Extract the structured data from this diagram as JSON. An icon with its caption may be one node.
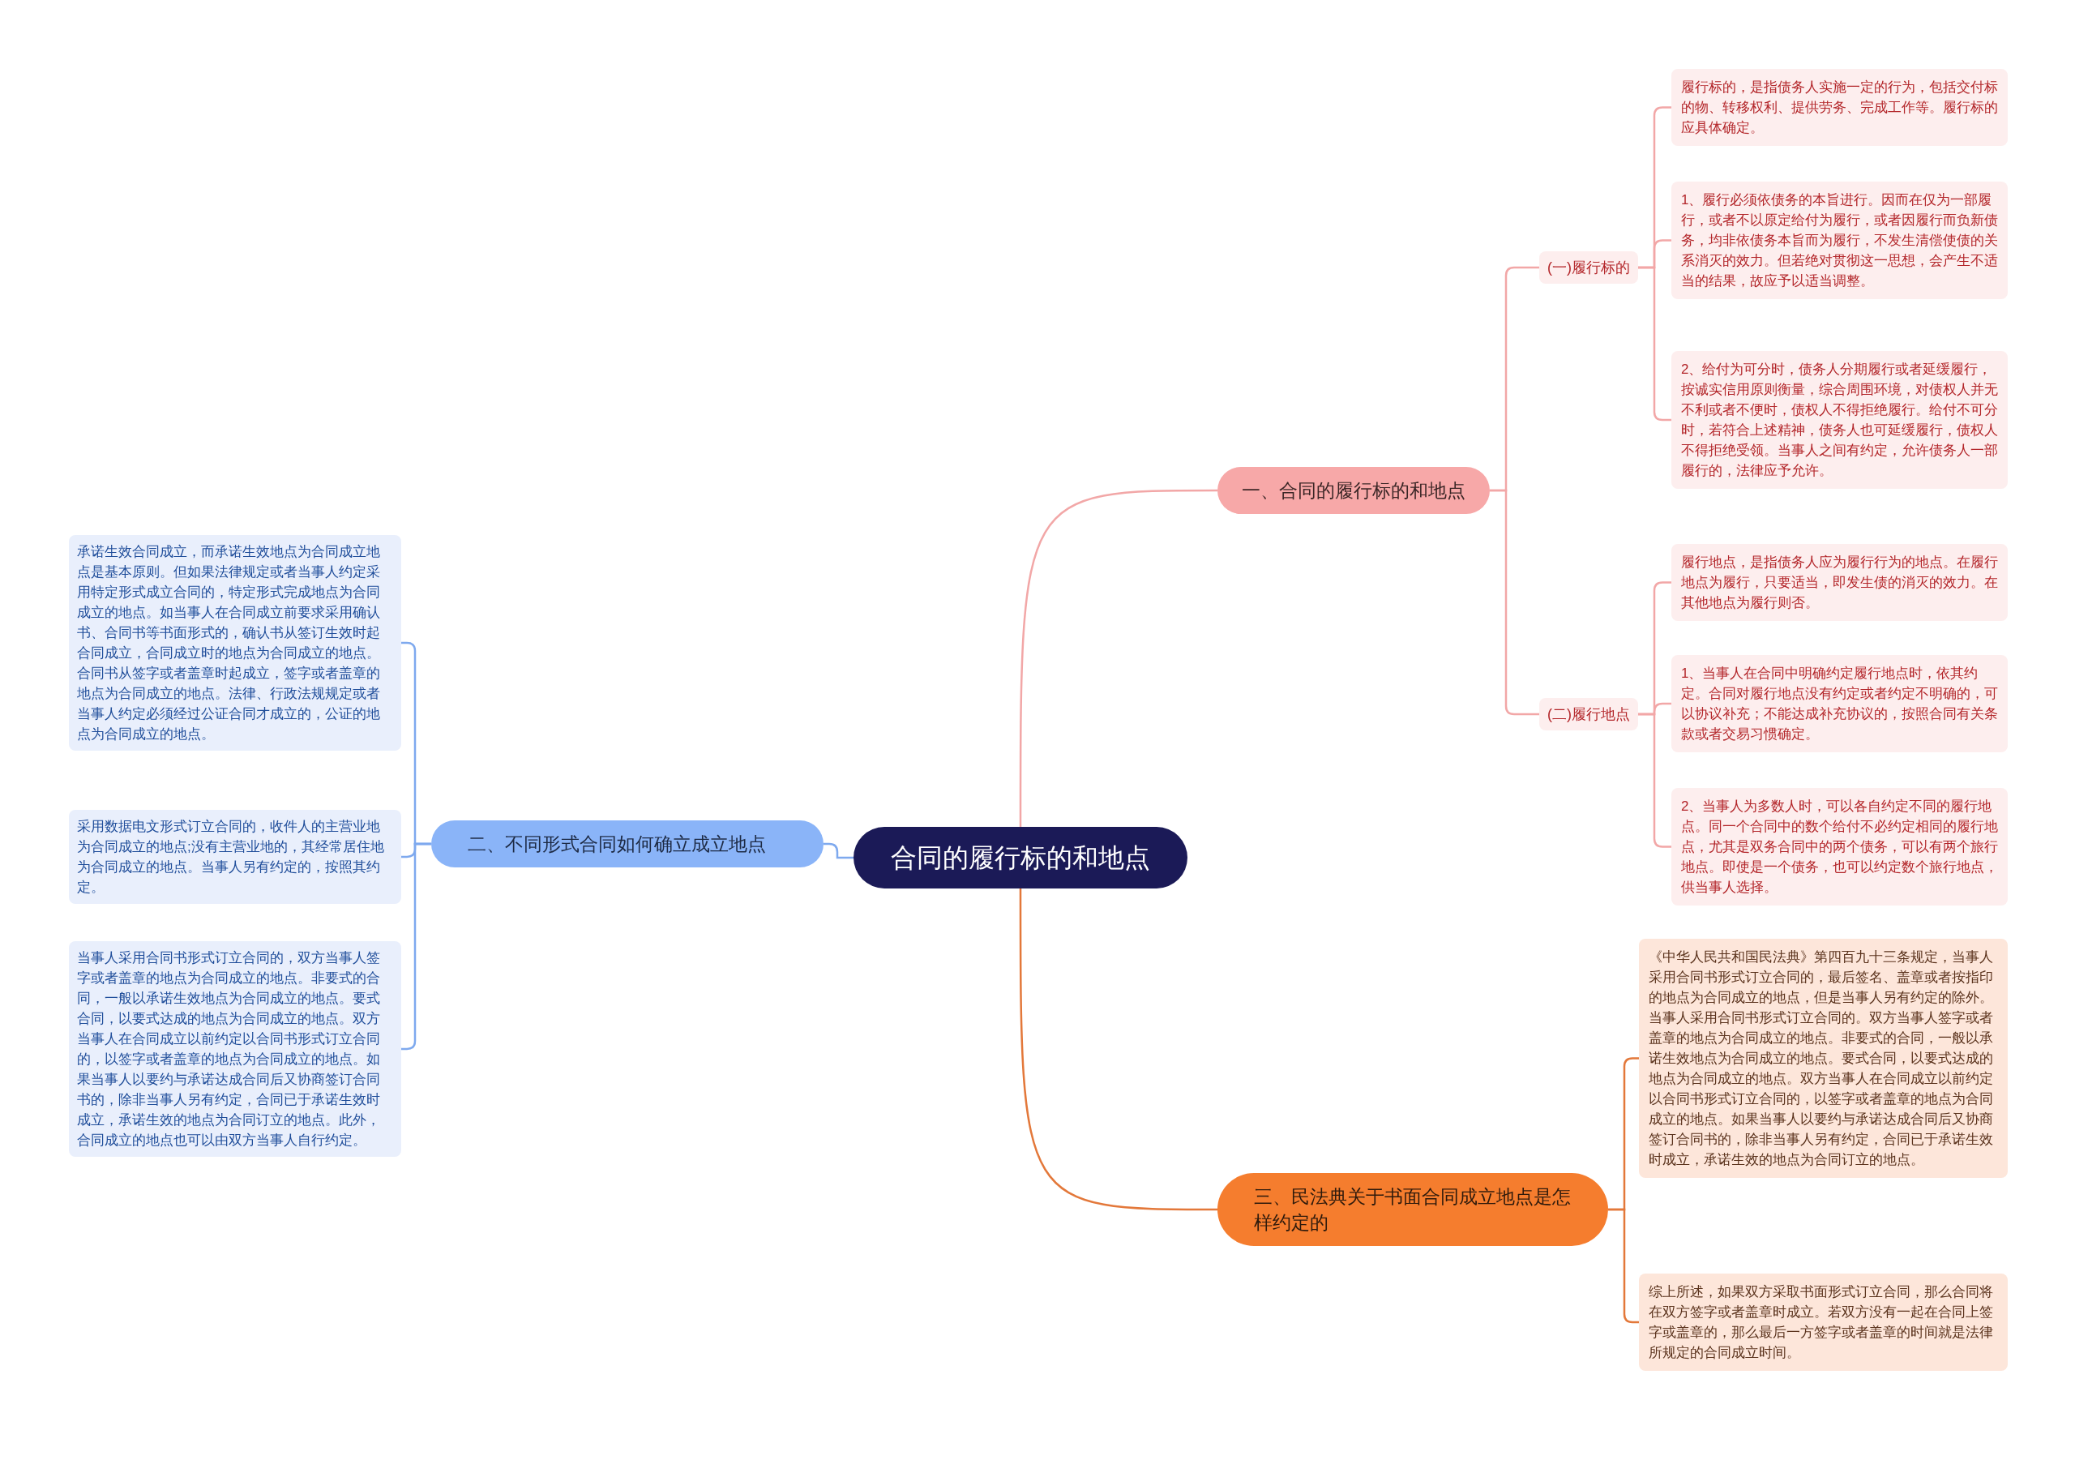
{
  "diagram": {
    "nodes": [
      {
        "text": [
          "合同的履行标的和地点"
        ]
      },
      {
        "text": [
          "一、合同的履行标的和地点"
        ]
      },
      {
        "text": [
          "(一)履行标的"
        ]
      },
      {
        "text": [
          "履行标的，是指债务人实施一定的行为，包括交付标的物、转移权利、提供劳务、完成工作等。履行标的应具体确定。"
        ]
      },
      {
        "text": [
          "1、履行必须依债务的本旨进行。因而在仅为一部履行，或者不以原定给付为履行，或者因履行而负新债务，均非依债务本旨而为履行，不发生清偿使债的关系消灭的效力。但若绝对贯彻这一思想，会产生不适当的结果，故应予以适当调整。"
        ]
      },
      {
        "text": [
          "2、给付为可分时，债务人分期履行或者延缓履行，按诚实信用原则衡量，综合周围环境，对债权人并无不利或者不便时，债权人不得拒绝履行。给付不可分时，若符合上述精神，债务人也可延缓履行，债权人不得拒绝受领。当事人之间有约定，允许债务人一部履行的，法律应予允许。"
        ]
      },
      {
        "text": [
          "(二)履行地点"
        ]
      },
      {
        "text": [
          "履行地点，是指债务人应为履行行为的地点。在履行地点为履行，只要适当，即发生债的消灭的效力。在其他地点为履行则否。"
        ]
      },
      {
        "text": [
          "1、当事人在合同中明确约定履行地点时，依其约定。合同对履行地点没有约定或者约定不明确的，可以协议补充；不能达成补充协议的，按照合同有关条款或者交易习惯确定。"
        ]
      },
      {
        "text": [
          "2、当事人为多数人时，可以各自约定不同的履行地点。同一个合同中的数个给付不必约定相同的履行地点，尤其是双务合同中的两个债务，可以有两个旅行地点。即使是一个债务，也可以约定数个旅行地点，供当事人选择。"
        ]
      },
      {
        "text": [
          "二、不同形式合同如何确立成立地点"
        ]
      },
      {
        "text": [
          "承诺生效合同成立，而承诺生效地点为合同成立地点是基本原则。但如果法律规定或者当事人约定采用特定形式成立合同的，特定形式完成地点为合同成立的地点。如当事人在合同成立前要求采用确认书、合同书等书面形式的，确认书从签订生效时起合同成立，合同成立时的地点为合同成立的地点。合同书从签字或者盖章时起成立，签字或者盖章的地点为合同成立的地点。法律、行政法规规定或者当事人约定必须经过公证合同才成立的，公证的地点为合同成立的地点。"
        ]
      },
      {
        "text": [
          "采用数据电文形式订立合同的，收件人的主营业地为合同成立的地点;没有主营业地的，其经常居住地为合同成立的地点。当事人另有约定的，按照其约定。"
        ]
      },
      {
        "text": [
          "当事人采用合同书形式订立合同的，双方当事人签字或者盖章的地点为合同成立的地点。非要式的合同，一般以承诺生效地点为合同成立的地点。要式合同，以要式达成的地点为合同成立的地点。双方当事人在合同成立以前约定以合同书形式订立合同的，以签字或者盖章的地点为合同成立的地点。如果当事人以要约与承诺达成合同后又协商签订合同书的，除非当事人另有约定，合同已于承诺生效时成立，承诺生效的地点为合同订立的地点。此外，合同成立的地点也可以由双方当事人自行约定。"
        ]
      },
      {
        "text": [
          "三、民法典关于书面合同成立地点是怎样约定的"
        ]
      },
      {
        "text": [
          "《中华人民共和国民法典》第四百九十三条规定，当事人采用合同书形式订立合同的，最后签名、盖章或者按指印的地点为合同成立的地点，但是当事人另有约定的除外。当事人采用合同书形式订立合同的。双方当事人签字或者盖章的地点为合同成立的地点。非要式的合同，一般以承诺生效地点为合同成立的地点。要式合同，以要式达成的地点为合同成立的地点。双方当事人在合同成立以前约定以合同书形式订立合同的，以签字或者盖章的地点为合同成立的地点。如果当事人以要约与承诺达成合同后又协商签订合同书的，除非当事人另有约定，合同已于承诺生效时成立，承诺生效的地点为合同订立的地点。"
        ]
      },
      {
        "text": [
          "综上所述，如果双方采取书面形式订立合同，那么合同将在双方签字或者盖章时成立。若双方没有一起在合同上签字或盖章的，那么最后一方签字或者盖章的时间就是法律所规定的合同成立时间。"
        ]
      }
    ],
    "edges": [
      {
        "from": 0,
        "to": 1,
        "arrow": "none",
        "color": "#f2a7a7"
      },
      {
        "from": 1,
        "to": 2,
        "arrow": "none",
        "color": "#f2a7a7"
      },
      {
        "from": 2,
        "to": 3,
        "arrow": "none",
        "color": "#f2a7a7"
      },
      {
        "from": 2,
        "to": 4,
        "arrow": "none",
        "color": "#f2a7a7"
      },
      {
        "from": 2,
        "to": 5,
        "arrow": "none",
        "color": "#f2a7a7"
      },
      {
        "from": 1,
        "to": 6,
        "arrow": "none",
        "color": "#f2a7a7"
      },
      {
        "from": 6,
        "to": 7,
        "arrow": "none",
        "color": "#f2a7a7"
      },
      {
        "from": 6,
        "to": 8,
        "arrow": "none",
        "color": "#f2a7a7"
      },
      {
        "from": 6,
        "to": 9,
        "arrow": "none",
        "color": "#f2a7a7"
      },
      {
        "from": 0,
        "to": 10,
        "arrow": "none",
        "color": "#7ea9ee"
      },
      {
        "from": 10,
        "to": 11,
        "arrow": "none",
        "color": "#7ea9ee"
      },
      {
        "from": 10,
        "to": 12,
        "arrow": "none",
        "color": "#7ea9ee"
      },
      {
        "from": 10,
        "to": 13,
        "arrow": "none",
        "color": "#7ea9ee"
      },
      {
        "from": 0,
        "to": 14,
        "arrow": "none",
        "color": "#e3783a"
      },
      {
        "from": 14,
        "to": 15,
        "arrow": "none",
        "color": "#e3783a"
      },
      {
        "from": 14,
        "to": 16,
        "arrow": "none",
        "color": "#e3783a"
      }
    ]
  }
}
